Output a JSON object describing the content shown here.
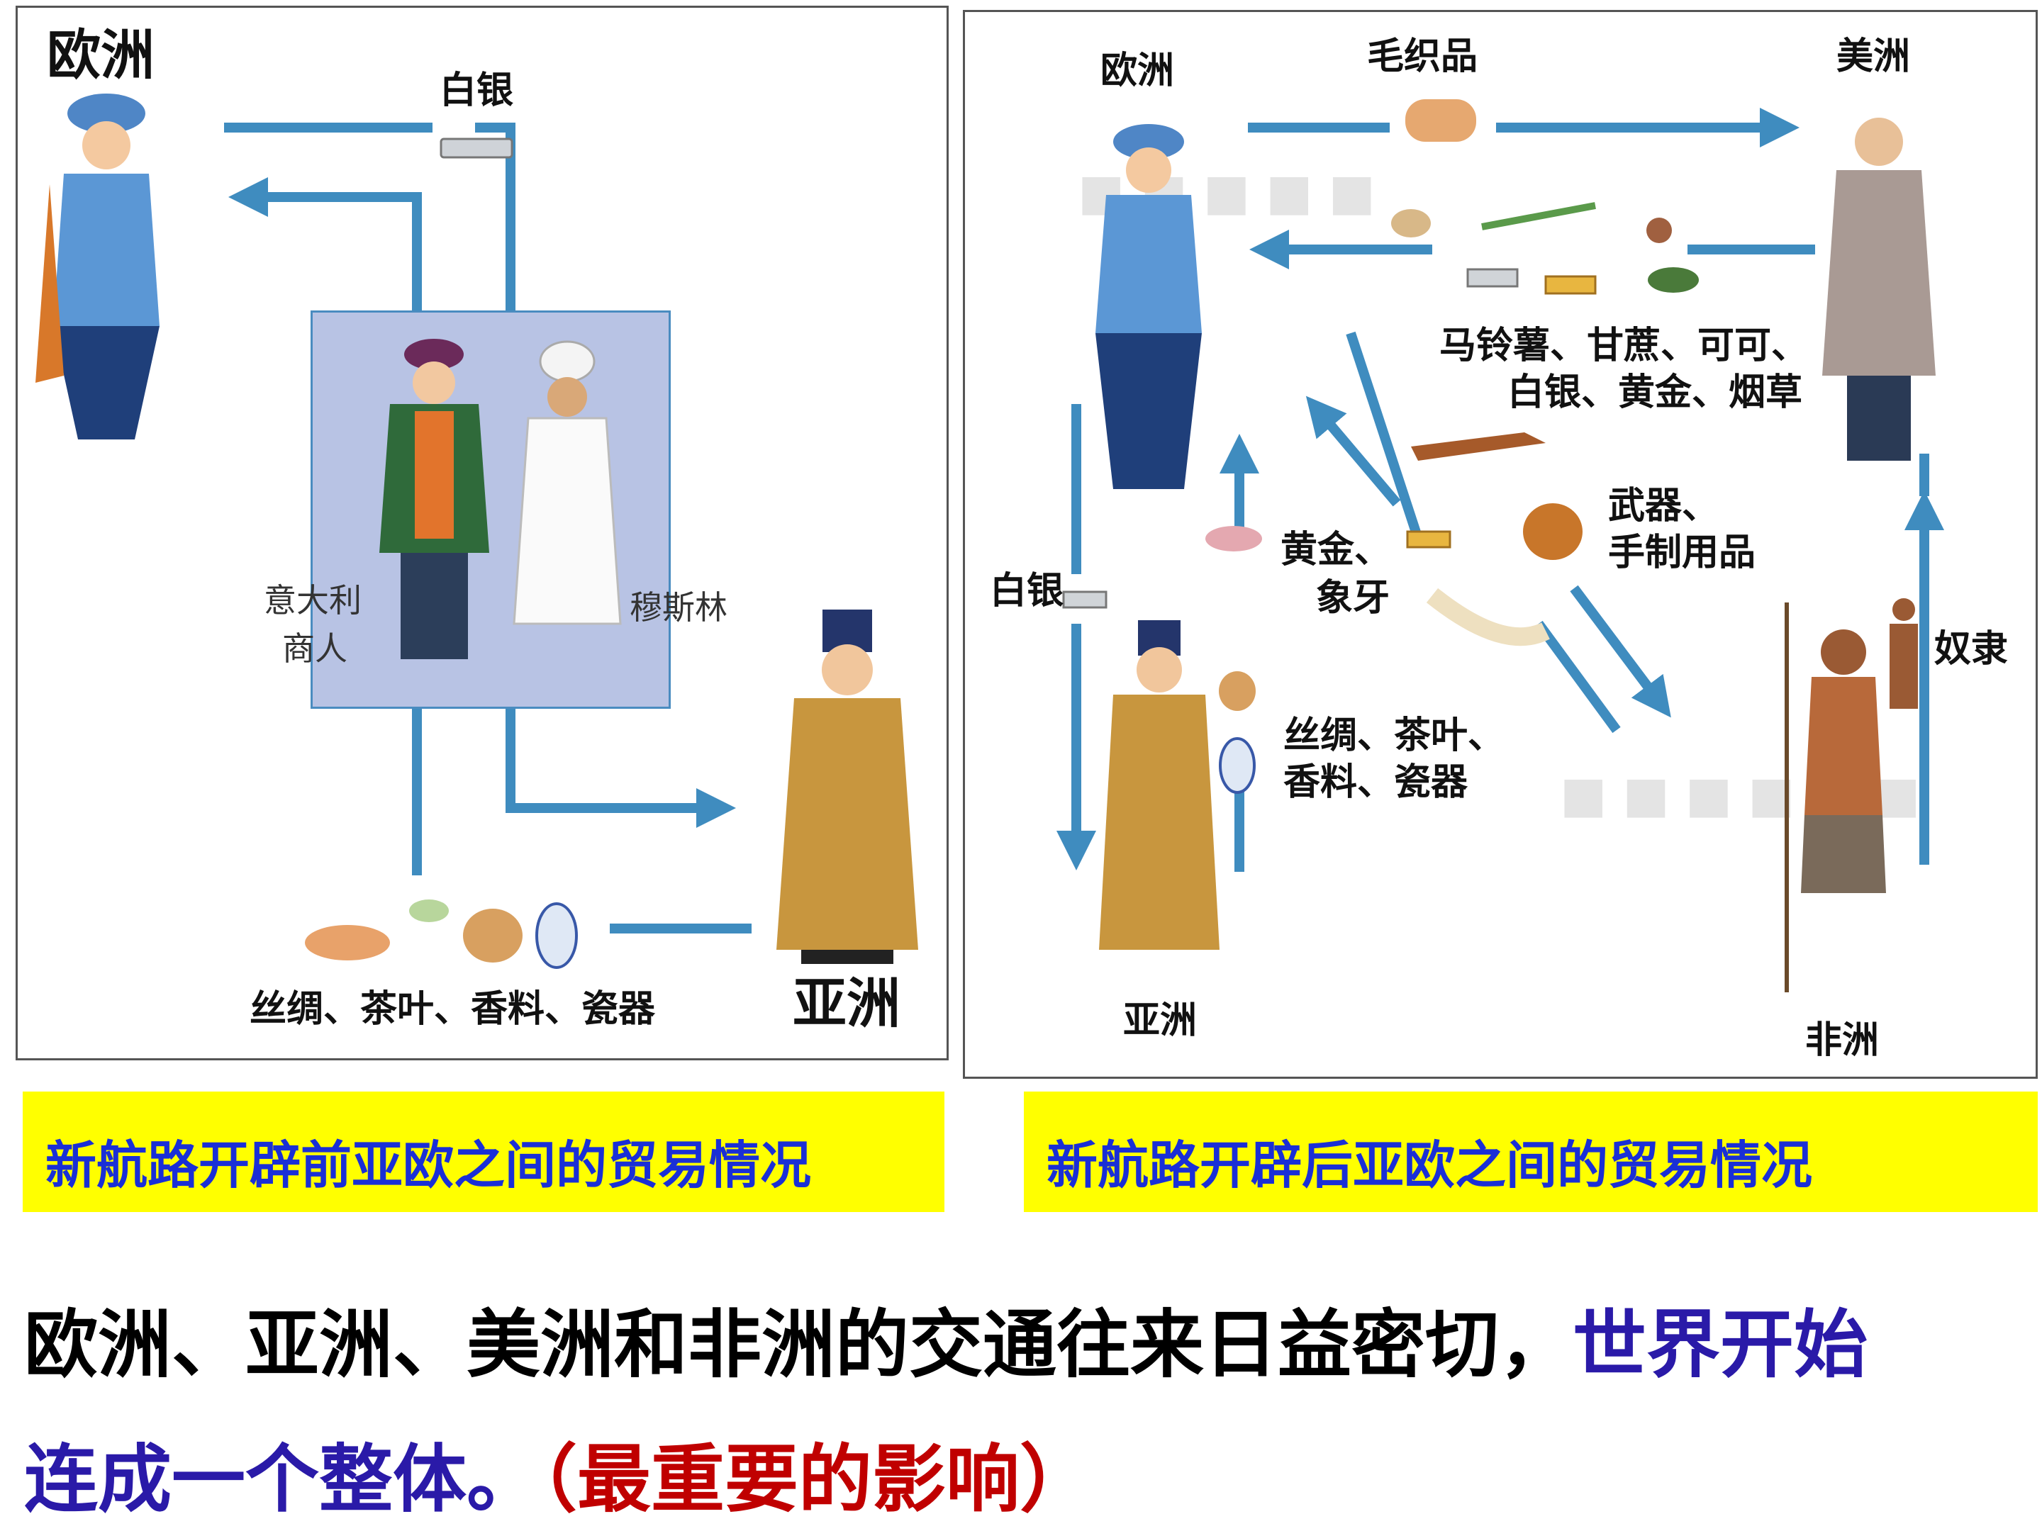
{
  "colors": {
    "arrow": "#3f8cbf",
    "caption_bg": "#ffff00",
    "caption_text": "#1a2fd6",
    "summary_black": "#000000",
    "summary_blue": "#2a1aa8",
    "summary_red": "#c00000",
    "merchant_box": "#b8c3e4"
  },
  "left_panel": {
    "europe": "欧洲",
    "asia": "亚洲",
    "silver": "白银",
    "italian_merchant_1": "意大利",
    "italian_merchant_2": "商人",
    "muslim": "穆斯林",
    "goods": "丝绸、茶叶、香料、瓷器"
  },
  "right_panel": {
    "europe": "欧洲",
    "america": "美洲",
    "asia": "亚洲",
    "africa": "非洲",
    "woolens": "毛织品",
    "america_goods_1": "马铃薯、甘蔗、可可、",
    "america_goods_2": "白银、黄金、烟草",
    "weapons_1": "武器、",
    "weapons_2": "手制用品",
    "gold_ivory_1": "黄金、",
    "gold_ivory_2": "象牙",
    "silver": "白银",
    "asia_goods_1": "丝绸、茶叶、",
    "asia_goods_2": "香料、瓷器",
    "slaves": "奴隶"
  },
  "captions": {
    "before": "新航路开辟前亚欧之间的贸易情况",
    "after": "新航路开辟后亚欧之间的贸易情况"
  },
  "summary": {
    "line1_black": "欧洲、亚洲、美洲和非洲的交通往来日益密切，",
    "line1_blue": "世界开始",
    "line2_blue": "连成一个整体。",
    "line2_red": "（最重要的影响）"
  }
}
